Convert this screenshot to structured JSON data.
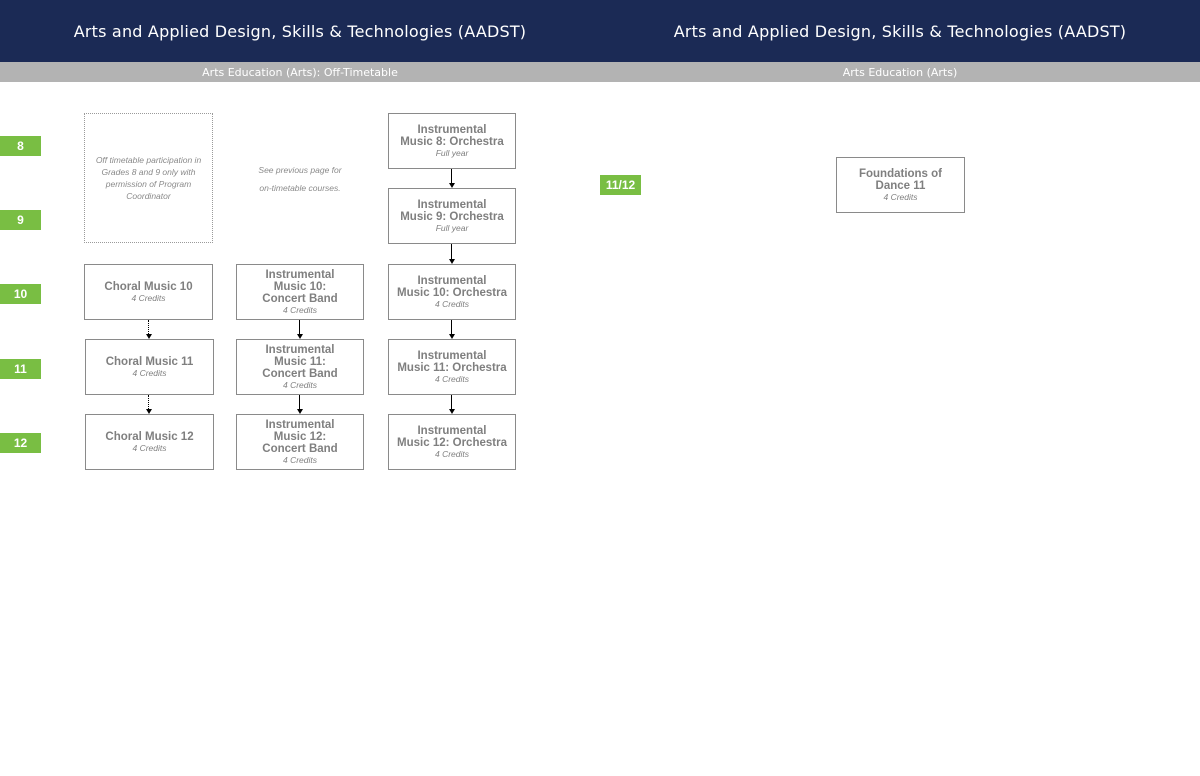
{
  "header": {
    "left_title": "Arts and Applied Design, Skills & Technologies (AADST)",
    "right_title": "Arts and Applied Design, Skills & Technologies (AADST)",
    "left_subtitle": "Arts Education (Arts): Off-Timetable",
    "right_subtitle": "Arts Education (Arts)"
  },
  "grades": [
    "8",
    "9",
    "10",
    "11",
    "12"
  ],
  "grade_combined": "11/12",
  "notes": {
    "off_timetable": "Off timetable participation in\nGrades 8 and 9 only with\npermission of Program\nCoordinator",
    "see_previous": "See previous page for\non-timetable courses."
  },
  "courses": {
    "choral_10": {
      "title": "Choral Music 10",
      "sub": "4 Credits"
    },
    "choral_11": {
      "title": "Choral Music 11",
      "sub": "4 Credits"
    },
    "choral_12": {
      "title": "Choral Music 12",
      "sub": "4 Credits"
    },
    "band_10": {
      "title": "Instrumental\nMusic 10:\nConcert Band",
      "sub": "4 Credits"
    },
    "band_11": {
      "title": "Instrumental\nMusic 11:\nConcert Band",
      "sub": "4 Credits"
    },
    "band_12": {
      "title": "Instrumental\nMusic 12:\nConcert Band",
      "sub": "4 Credits"
    },
    "orch_8": {
      "title": "Instrumental\nMusic 8: Orchestra",
      "sub": "Full year"
    },
    "orch_9": {
      "title": "Instrumental\nMusic 9: Orchestra",
      "sub": "Full year"
    },
    "orch_10": {
      "title": "Instrumental\nMusic 10: Orchestra",
      "sub": "4 Credits"
    },
    "orch_11": {
      "title": "Instrumental\nMusic 11: Orchestra",
      "sub": "4 Credits"
    },
    "orch_12": {
      "title": "Instrumental\nMusic 12: Orchestra",
      "sub": "4 Credits"
    },
    "dance_11": {
      "title": "Foundations of\nDance 11",
      "sub": "4 Credits"
    }
  },
  "colors": {
    "header_bg": "#1b2a55",
    "subheader_bg": "#b3b3b3",
    "grade_tag": "#79be43",
    "box_border": "#8a8a8a",
    "text_gray": "#7f7f7f"
  }
}
